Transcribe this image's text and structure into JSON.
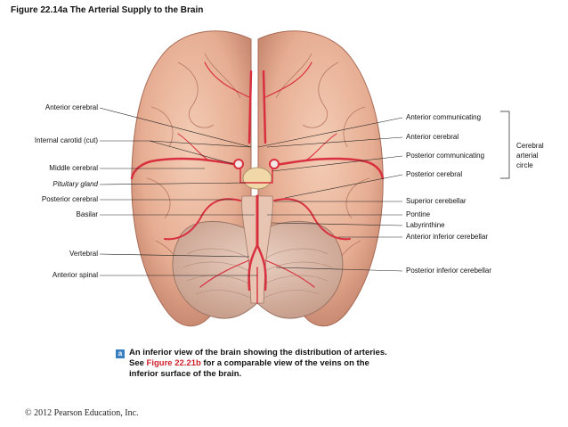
{
  "title": "Figure 22.14a  The Arterial Supply to the Brain",
  "labels_left": [
    {
      "key": "anterior-cerebral",
      "text": "Anterior cerebral"
    },
    {
      "key": "internal-carotid",
      "text": "Internal carotid (cut)"
    },
    {
      "key": "middle-cerebral",
      "text": "Middle cerebral"
    },
    {
      "key": "pituitary-gland",
      "text": "Pituitary gland"
    },
    {
      "key": "posterior-cerebral",
      "text": "Posterior cerebral"
    },
    {
      "key": "basilar",
      "text": "Basilar"
    },
    {
      "key": "vertebral",
      "text": "Vertebral"
    },
    {
      "key": "anterior-spinal",
      "text": "Anterior spinal"
    }
  ],
  "labels_right": [
    {
      "key": "anterior-communicating",
      "text": "Anterior communicating"
    },
    {
      "key": "anterior-cerebral-r",
      "text": "Anterior cerebral"
    },
    {
      "key": "posterior-communicating",
      "text": "Posterior communicating"
    },
    {
      "key": "posterior-cerebral-r",
      "text": "Posterior cerebral"
    },
    {
      "key": "superior-cerebellar",
      "text": "Superior cerebellar"
    },
    {
      "key": "pontine",
      "text": "Pontine"
    },
    {
      "key": "labyrinthine",
      "text": "Labyrinthine"
    },
    {
      "key": "anterior-inferior-cerebellar",
      "text": "Anterior inferior cerebellar"
    },
    {
      "key": "posterior-inferior-cerebellar",
      "text": "Posterior inferior cerebellar"
    }
  ],
  "cerebral_arterial_circle": [
    "Cerebral",
    "arterial",
    "circle"
  ],
  "caption": {
    "badge": "a",
    "text_before": "An inferior view of the brain showing the distribution of arteries. See ",
    "figure_ref": "Figure 22.21b",
    "text_after": " for a comparable view of the veins on the inferior surface of the brain."
  },
  "copyright": "© 2012 Pearson Education, Inc.",
  "colors": {
    "brain": "#e8b59a",
    "artery": "#d8303f",
    "cerebellum": "#dcb6a4",
    "figure_ref": "#d0202a",
    "badge": "#3a7fc0"
  }
}
